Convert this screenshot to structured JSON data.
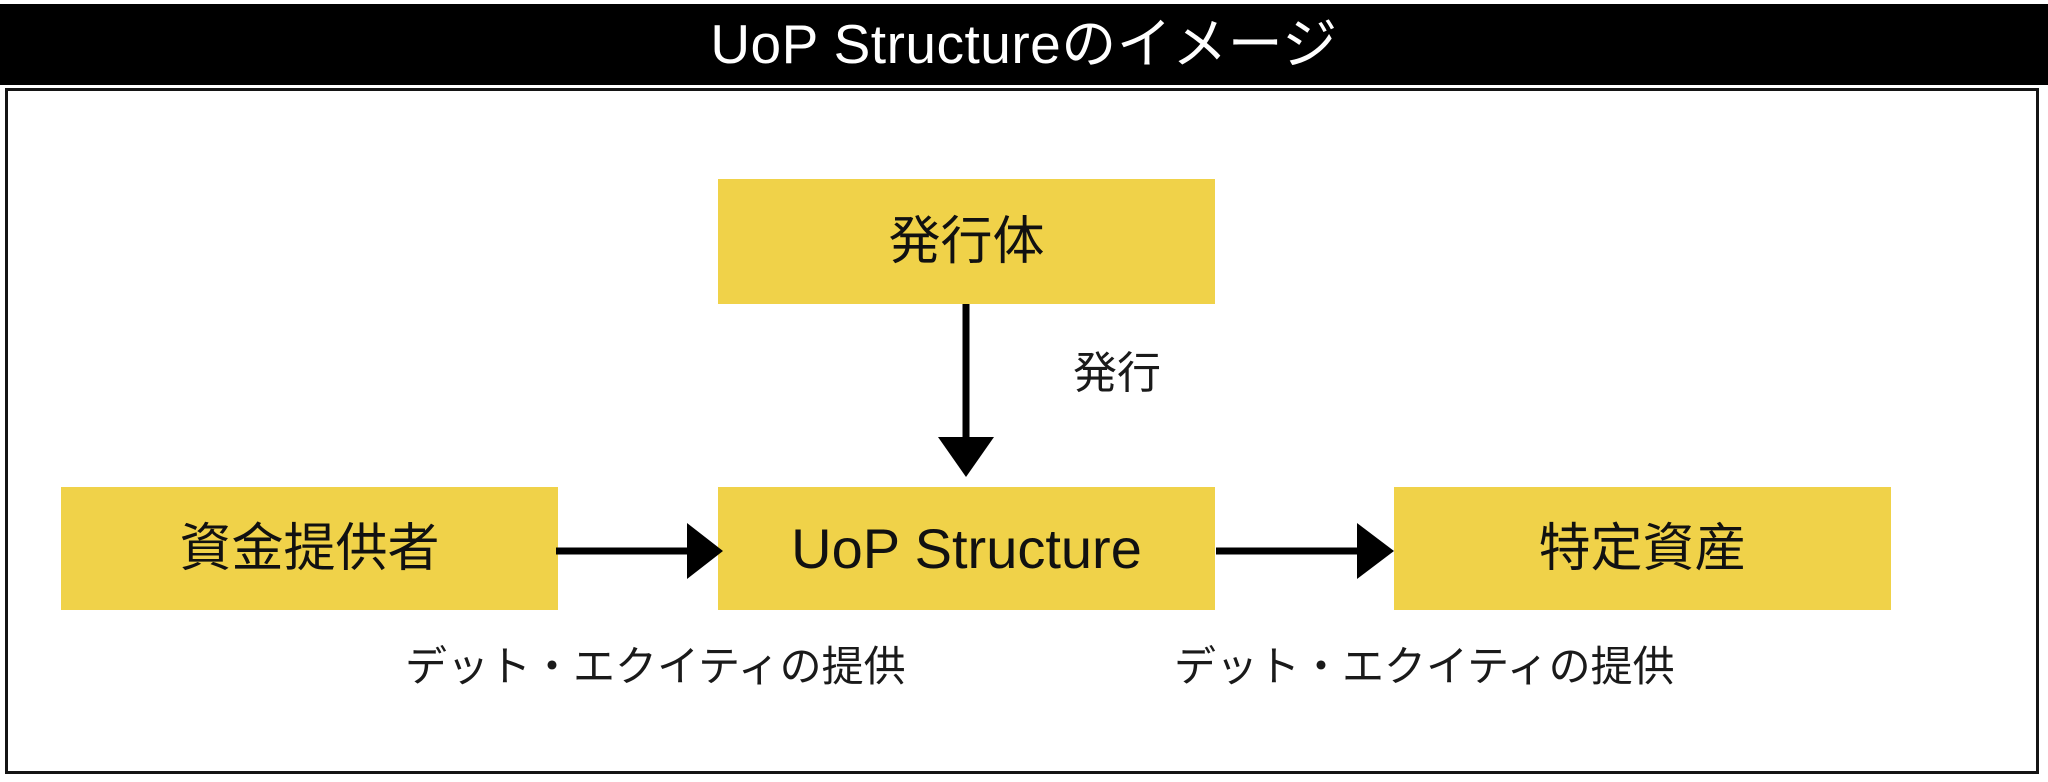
{
  "header": {
    "title": "UoP Structureのイメージ",
    "background_color": "#000000",
    "text_color": "#FFFFFF"
  },
  "theme": {
    "node_fill": "#F0D249",
    "node_text": "#111111",
    "arrow_color": "#000000",
    "frame_border": "#141414",
    "canvas_background": "#FFFFFF"
  },
  "diagram": {
    "type": "flow-diagram",
    "nodes": [
      {
        "id": "issuer",
        "label": "発行体"
      },
      {
        "id": "funder",
        "label": "資金提供者"
      },
      {
        "id": "uop",
        "label": "UoP Structure"
      },
      {
        "id": "asset",
        "label": "特定資産"
      }
    ],
    "edges": [
      {
        "id": "issuer-to-uop",
        "from": "issuer",
        "to": "uop",
        "label": "発行",
        "direction": "down"
      },
      {
        "id": "funder-to-uop",
        "from": "funder",
        "to": "uop",
        "label": "デット・エクイティの提供",
        "direction": "right"
      },
      {
        "id": "uop-to-asset",
        "from": "uop",
        "to": "asset",
        "label": "デット・エクイティの提供",
        "direction": "right"
      }
    ]
  }
}
